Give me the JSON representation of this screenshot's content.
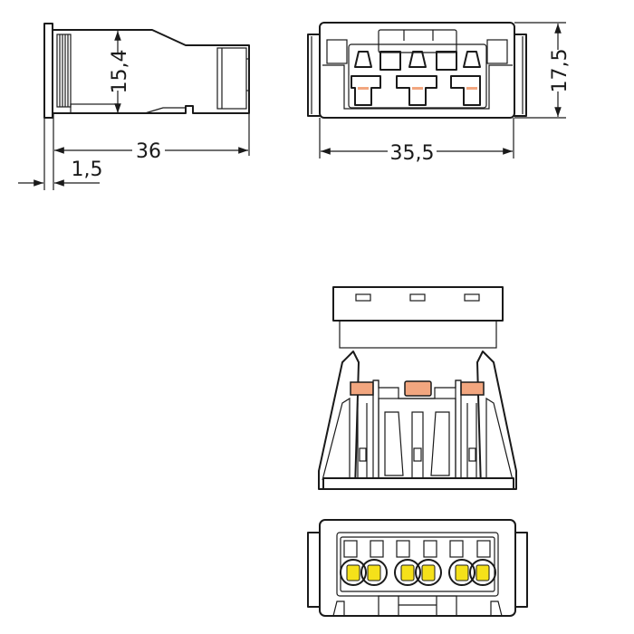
{
  "dimensions": {
    "side_height": "15,4",
    "side_length": "36",
    "flange_thickness": "1,5",
    "front_width": "35,5",
    "front_height": "17,5"
  },
  "colors": {
    "line": "#1a1a1a",
    "release_tab": "#f2a67f",
    "contact": "#f5e11a"
  }
}
